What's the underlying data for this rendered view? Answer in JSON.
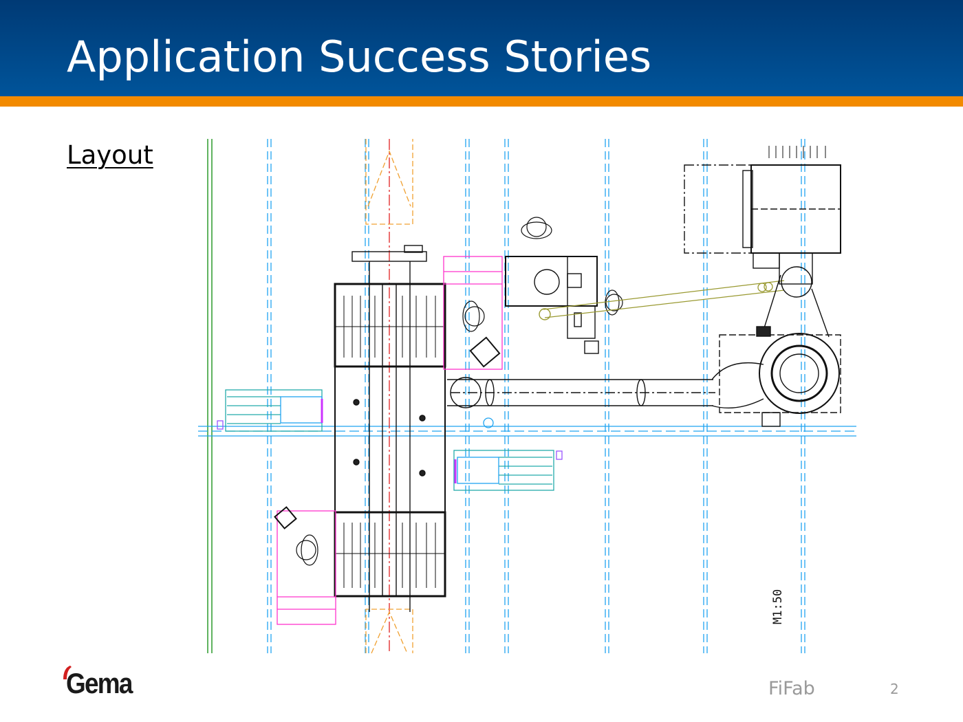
{
  "header": {
    "title": "Application Success Stories"
  },
  "content": {
    "section_title": "Layout",
    "scale_label": "M1:50"
  },
  "footer": {
    "logo_text": "Gema",
    "label": "FiFab",
    "page_number": "2"
  },
  "colors": {
    "header_blue": "#00549a",
    "accent_orange": "#f28a00",
    "drawing_blue": "#1fa3f0",
    "drawing_magenta": "#ff33cc",
    "drawing_teal": "#22aaaa"
  }
}
